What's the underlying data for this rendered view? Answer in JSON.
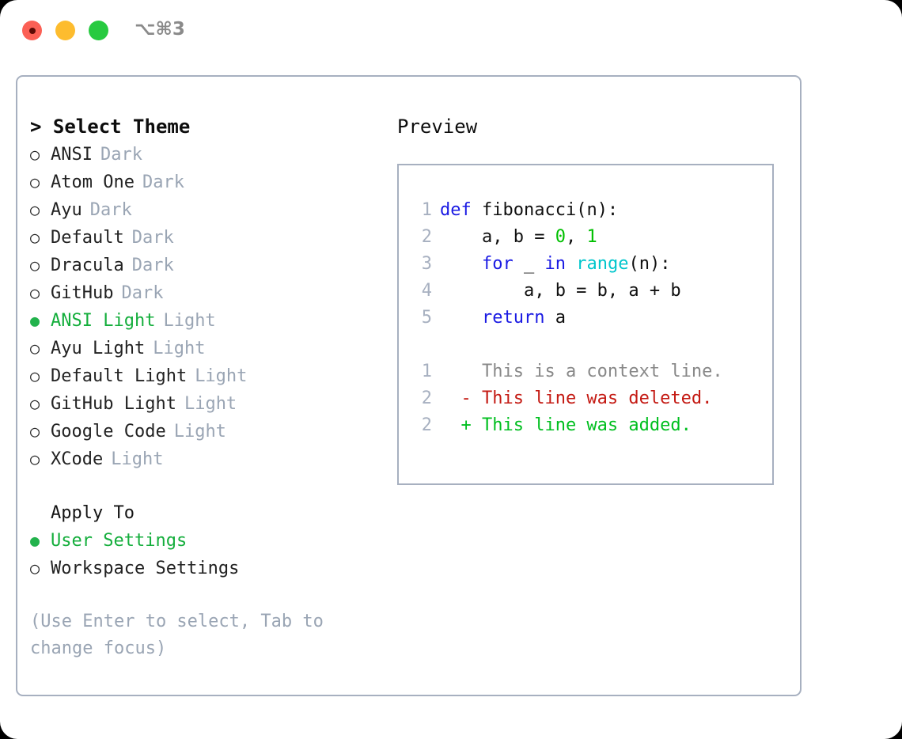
{
  "titlebar": {
    "shortcut": "⌥⌘3",
    "lights": [
      {
        "name": "close-button",
        "color": "#fb6055"
      },
      {
        "name": "minimize-button",
        "color": "#fdbc2e"
      },
      {
        "name": "maximize-button",
        "color": "#27ca40"
      }
    ]
  },
  "theme_picker": {
    "header": "> Select Theme",
    "unselected_glyph": "○",
    "selected_glyph": "●",
    "items": [
      {
        "name": "ANSI",
        "kind": "Dark",
        "selected": false
      },
      {
        "name": "Atom One",
        "kind": "Dark",
        "selected": false
      },
      {
        "name": "Ayu",
        "kind": "Dark",
        "selected": false
      },
      {
        "name": "Default",
        "kind": "Dark",
        "selected": false
      },
      {
        "name": "Dracula",
        "kind": "Dark",
        "selected": false
      },
      {
        "name": "GitHub",
        "kind": "Dark",
        "selected": false
      },
      {
        "name": "ANSI Light",
        "kind": "Light",
        "selected": true
      },
      {
        "name": "Ayu Light",
        "kind": "Light",
        "selected": false
      },
      {
        "name": "Default Light",
        "kind": "Light",
        "selected": false
      },
      {
        "name": "GitHub Light",
        "kind": "Light",
        "selected": false
      },
      {
        "name": "Google Code",
        "kind": "Light",
        "selected": false
      },
      {
        "name": "XCode",
        "kind": "Light",
        "selected": false
      }
    ]
  },
  "apply_to": {
    "title": "Apply To",
    "options": [
      {
        "label": "User Settings",
        "selected": true
      },
      {
        "label": "Workspace Settings",
        "selected": false
      }
    ]
  },
  "hint": "(Use Enter to select, Tab to change focus)",
  "preview": {
    "title": "Preview",
    "code": [
      {
        "lineno": "1",
        "tokens": [
          {
            "t": "def",
            "c": "kw"
          },
          {
            "t": " fibonacci(n):",
            "c": "plain"
          }
        ]
      },
      {
        "lineno": "2",
        "tokens": [
          {
            "t": "    a, b = ",
            "c": "plain"
          },
          {
            "t": "0",
            "c": "num"
          },
          {
            "t": ", ",
            "c": "plain"
          },
          {
            "t": "1",
            "c": "num"
          }
        ]
      },
      {
        "lineno": "3",
        "tokens": [
          {
            "t": "    ",
            "c": "plain"
          },
          {
            "t": "for",
            "c": "kw"
          },
          {
            "t": " _ ",
            "c": "plain"
          },
          {
            "t": "in",
            "c": "kw"
          },
          {
            "t": " ",
            "c": "plain"
          },
          {
            "t": "range",
            "c": "fn"
          },
          {
            "t": "(n):",
            "c": "plain"
          }
        ]
      },
      {
        "lineno": "4",
        "tokens": [
          {
            "t": "        a, b = b, a + b",
            "c": "plain"
          }
        ]
      },
      {
        "lineno": "5",
        "tokens": [
          {
            "t": "    ",
            "c": "plain"
          },
          {
            "t": "return",
            "c": "kw"
          },
          {
            "t": " a",
            "c": "plain"
          }
        ]
      }
    ],
    "diff": [
      {
        "lineno": "1",
        "marker": "  ",
        "text": "This is a context line.",
        "kind": "context"
      },
      {
        "lineno": "2",
        "marker": "- ",
        "text": "This line was deleted.",
        "kind": "deleted"
      },
      {
        "lineno": "2",
        "marker": "+ ",
        "text": "This line was added.",
        "kind": "added"
      }
    ]
  },
  "colors": {
    "accent_green": "#14ae3c",
    "muted": "#9aa5b4",
    "border": "#a7b0c0",
    "keyword_blue": "#1a1ae3",
    "builtin_cyan": "#00c6cc",
    "number_green": "#00c000",
    "diff_added": "#00bf1f",
    "diff_deleted": "#c41a13",
    "diff_context": "#888888"
  }
}
